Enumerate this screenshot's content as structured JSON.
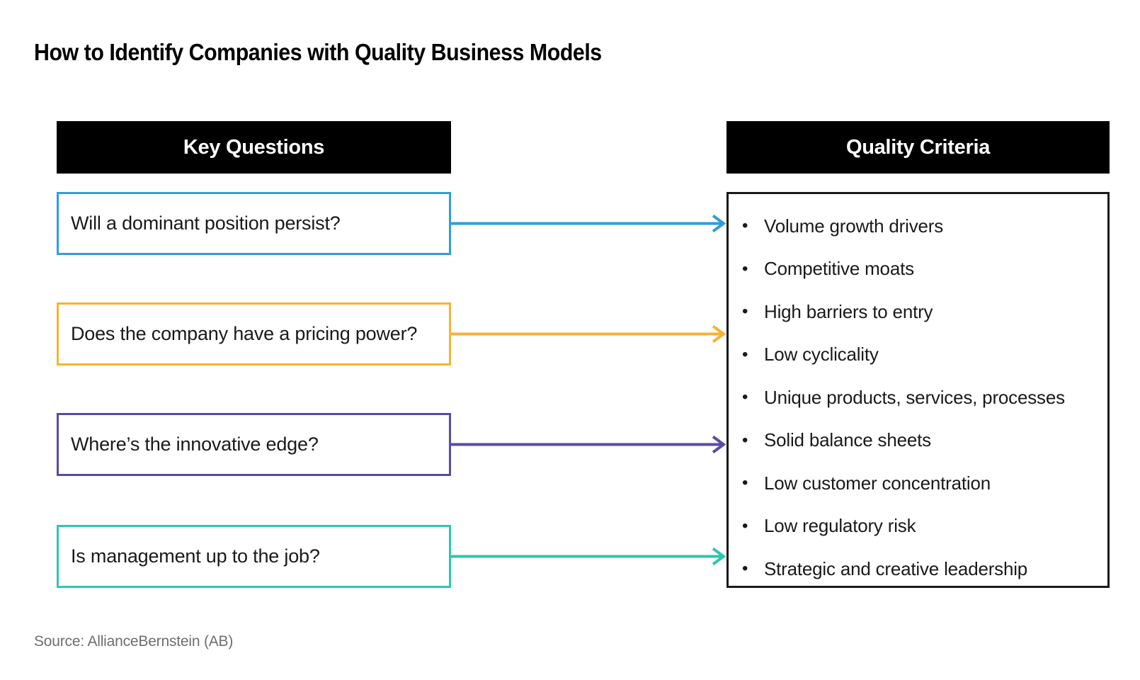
{
  "title": "How to Identify Companies with Quality Business Models",
  "headers": {
    "left": "Key Questions",
    "right": "Quality Criteria"
  },
  "questions": [
    {
      "label": "Will a dominant position persist?",
      "color": "#2F9FD7"
    },
    {
      "label": "Does the company have a pricing power?",
      "color": "#F9B233"
    },
    {
      "label": "Where’s the innovative edge?",
      "color": "#5A4BA5"
    },
    {
      "label": "Is management up to the job?",
      "color": "#2CC7AF"
    }
  ],
  "criteria": [
    "Volume growth drivers",
    "Competitive moats",
    "High barriers to entry",
    "Low cyclicality",
    "Unique products, services, processes",
    "Solid balance sheets",
    "Low customer concentration",
    "Low regulatory risk",
    "Strategic and creative leadership"
  ],
  "source": "Source: AllianceBernstein (AB)",
  "colors": {
    "header_background": "#000000",
    "header_text": "#ffffff",
    "body_text": "#1a1a1a",
    "criteria_border": "#1a1a1a",
    "source_text": "#6e6e6e"
  }
}
